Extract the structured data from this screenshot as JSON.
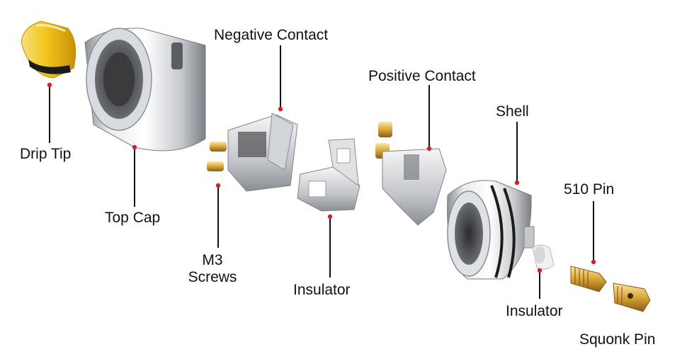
{
  "colors": {
    "leader_line": "#111111",
    "dot": "#d81e28",
    "steel_light": "#f2f3f4",
    "steel_mid": "#b9bcc0",
    "steel_dark": "#6f7378",
    "gold": "#d9a63a",
    "gold_dark": "#8a5d14",
    "amber": "#f4cf2a",
    "o_ring": "#1c1c1c",
    "insulator_white": "#f1f1f1"
  },
  "parts": [
    {
      "id": "drip-tip",
      "label": "Drip Tip",
      "icon": "drip-tip-icon"
    },
    {
      "id": "top-cap",
      "label": "Top Cap",
      "icon": "top-cap-icon"
    },
    {
      "id": "m3-screws",
      "label": "M3 Screws",
      "label_lines": [
        "M3",
        "Screws"
      ],
      "icon": "screw-icon"
    },
    {
      "id": "negative-contact",
      "label": "Negative Contact",
      "icon": "negative-contact-icon"
    },
    {
      "id": "insulator-center",
      "label": "Insulator",
      "icon": "insulator-bracket-icon"
    },
    {
      "id": "positive-contact",
      "label": "Positive Contact",
      "icon": "positive-contact-icon"
    },
    {
      "id": "shell",
      "label": "Shell",
      "icon": "shell-icon"
    },
    {
      "id": "insulator-small",
      "label": "Insulator",
      "icon": "insulator-ring-icon"
    },
    {
      "id": "510-pin",
      "label": "510 Pin",
      "icon": "pin-icon"
    },
    {
      "id": "squonk-pin",
      "label": "Squonk Pin",
      "icon": "squonk-pin-icon"
    }
  ]
}
